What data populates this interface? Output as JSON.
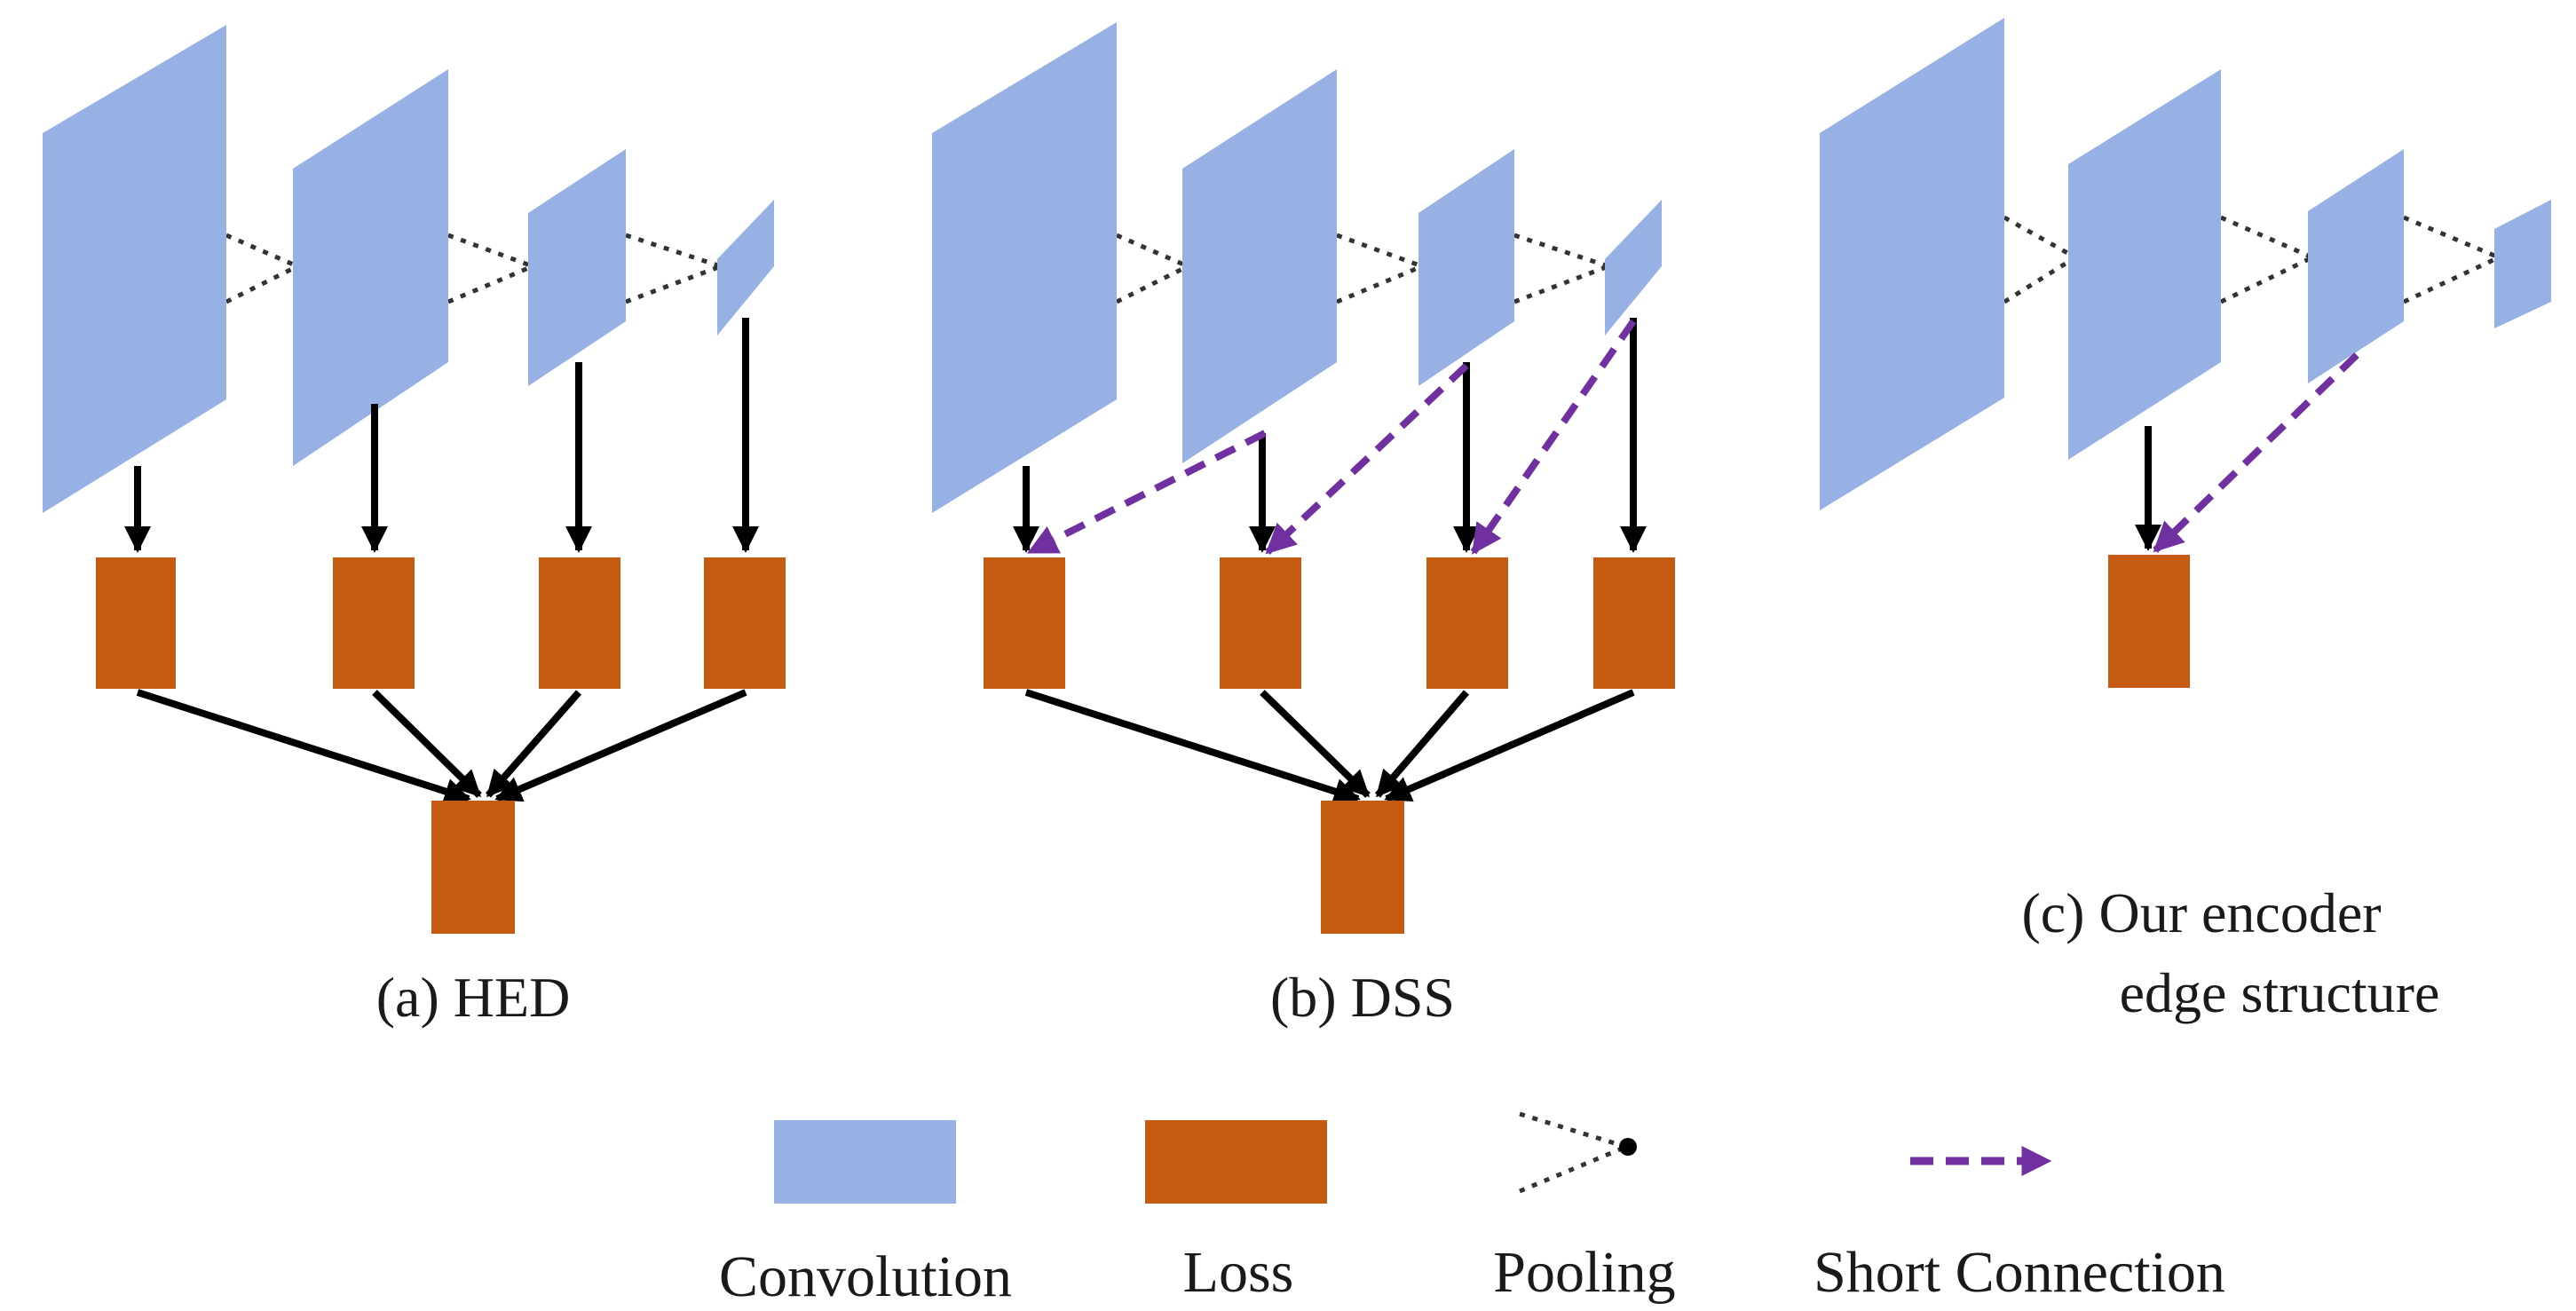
{
  "panels": [
    {
      "id": "a",
      "caption": "(a) HED"
    },
    {
      "id": "b",
      "caption": "(b) DSS"
    },
    {
      "id": "c",
      "caption_line1": "(c) Our encoder",
      "caption_line2": "edge structure"
    }
  ],
  "legend": {
    "convolution": "Convolution",
    "loss": "Loss",
    "pooling": "Pooling",
    "short_connection": "Short Connection"
  },
  "colors": {
    "convolution": "#97b1e5",
    "loss": "#c55a11",
    "arrow": "#000000",
    "short_connection": "#7030a0",
    "pooling": "#333333"
  }
}
